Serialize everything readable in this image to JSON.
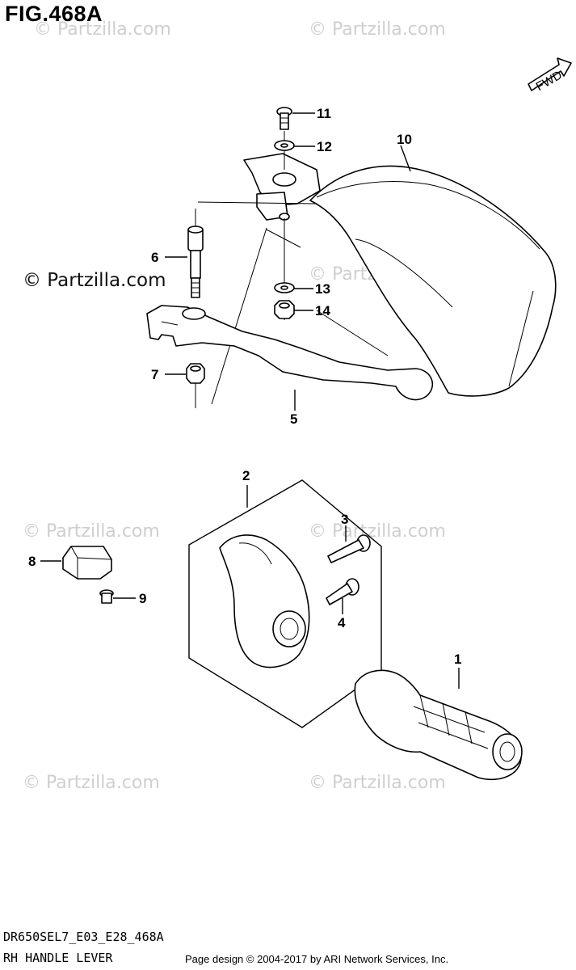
{
  "header": {
    "fig_label": "FIG.468A"
  },
  "watermarks": [
    {
      "text": "© Partzilla.com",
      "style": "light"
    },
    {
      "text": "© Partzilla.com",
      "style": "light"
    },
    {
      "text": "© Partzilla.com",
      "style": "dark"
    },
    {
      "text": "© Partzilla.com",
      "style": "light"
    },
    {
      "text": "© Partzilla.com",
      "style": "light"
    },
    {
      "text": "© Partzilla.com",
      "style": "light"
    },
    {
      "text": "© Partzilla.com",
      "style": "light"
    },
    {
      "text": "© Partzilla.com",
      "style": "light"
    }
  ],
  "fwd_label": "FWD",
  "callouts": [
    "1",
    "2",
    "3",
    "4",
    "5",
    "6",
    "7",
    "8",
    "9",
    "10",
    "11",
    "12",
    "13",
    "14"
  ],
  "footer": {
    "model_code": "DR650SEL7_E03_E28_468A",
    "caption": "RH HANDLE LEVER",
    "copyright": "Page design © 2004-2017 by ARI Network Services, Inc."
  }
}
